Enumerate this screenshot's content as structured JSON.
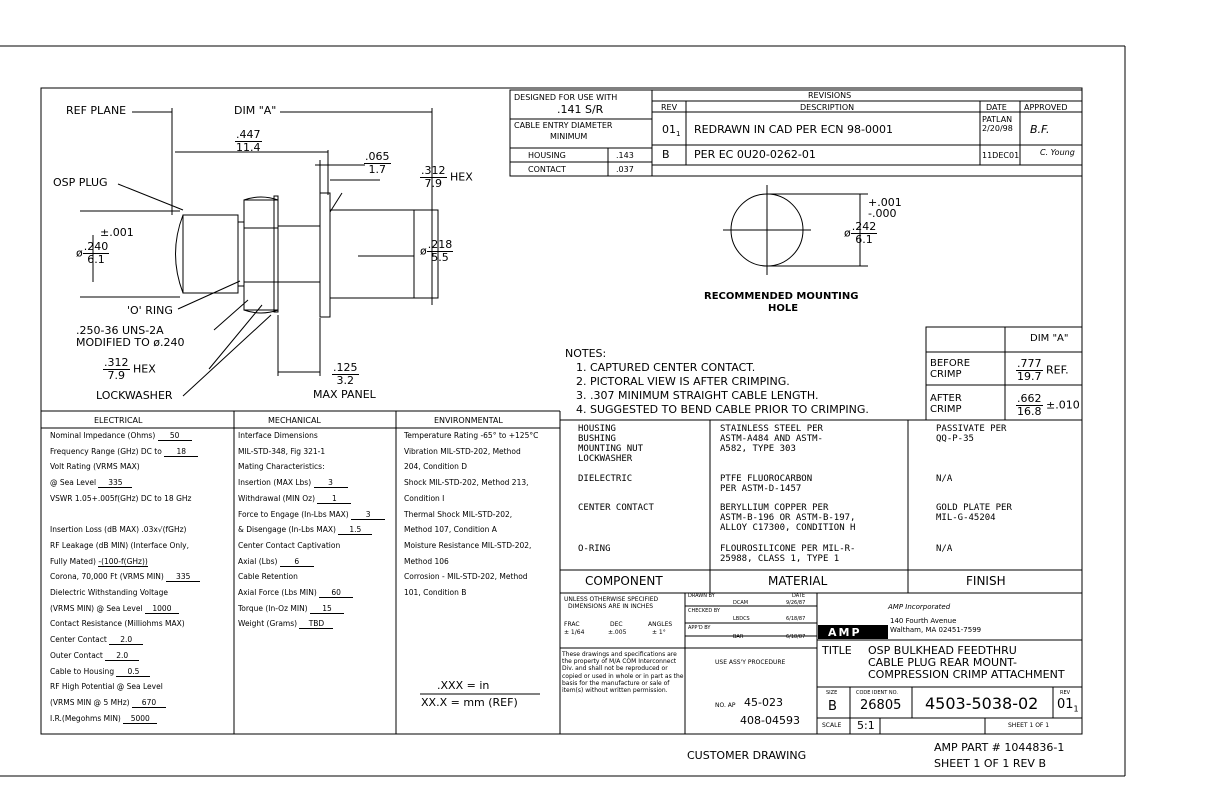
{
  "designed_for": {
    "label": "DESIGNED FOR USE WITH",
    "value": ".141 S/R",
    "entry_label": "CABLE ENTRY DIAMETER",
    "entry_sub": "MINIMUM",
    "housing_label": "HOUSING",
    "housing_value": ".143",
    "contact_label": "CONTACT",
    "contact_value": ".037"
  },
  "revisions": {
    "title": "REVISIONS",
    "headers": [
      "REV",
      "DESCRIPTION",
      "DATE",
      "APPROVED"
    ],
    "rows": [
      {
        "rev": "01",
        "rev_sub": "1",
        "description": "REDRAWN IN CAD PER ECN 98-0001",
        "date": "PATLAN 2/20/98",
        "approved": "B.F."
      },
      {
        "rev": "B",
        "rev_sub": "",
        "description": "PER EC 0U20-0262-01",
        "date": "11DEC01",
        "approved": "C. Young"
      }
    ]
  },
  "drawing_labels": {
    "ref_plane": "REF PLANE",
    "dim_a": "DIM \"A\"",
    "d447": ".447",
    "d11_4": "11.4",
    "d065": ".065",
    "d1_7": "1.7",
    "d312": ".312",
    "d7_9": "7.9",
    "hex": "HEX",
    "osp_plug": "OSP PLUG",
    "tol001": "±.001",
    "phi": "ø",
    "d240": ".240",
    "d6_1": "6.1",
    "d218": ".218",
    "d5_5": "5.5",
    "o_ring": "'O' RING",
    "thread1": ".250-36 UNS-2A",
    "thread2": "MODIFIED TO ø.240",
    "hex312": ".312",
    "hex7_9": "7.9",
    "hex_lbl": "HEX",
    "lockwasher": "LOCKWASHER",
    "d125": ".125",
    "d3_2": "3.2",
    "max_panel": "MAX PANEL",
    "mount_plus": "+.001",
    "mount_minus": "-.000",
    "mount_242": ".242",
    "mount_6_1": "6.1",
    "mount_title1": "RECOMMENDED MOUNTING",
    "mount_title2": "HOLE"
  },
  "notes": {
    "title": "NOTES:",
    "items": [
      "1. CAPTURED CENTER CONTACT.",
      "2. PICTORAL VIEW IS AFTER CRIMPING.",
      "3. .307 MINIMUM STRAIGHT CABLE LENGTH.",
      "4. SUGGESTED TO BEND CABLE PRIOR TO CRIMPING."
    ]
  },
  "dim_table": {
    "header": "DIM \"A\"",
    "before_label": "BEFORE CRIMP",
    "before_num": ".777",
    "before_den": "19.7",
    "before_suffix": "REF.",
    "after_label": "AFTER CRIMP",
    "after_num": ".662",
    "after_den": "16.8",
    "after_suffix": "±.010"
  },
  "electrical": {
    "title": "ELECTRICAL",
    "rows": [
      {
        "label": "Nominal Impedance (Ohms)",
        "value": "50"
      },
      {
        "label": "Frequency Range (GHz) DC to",
        "value": "18"
      },
      {
        "label": "Volt Rating (VRMS MAX)",
        "value": ""
      },
      {
        "label": "    @ Sea Level",
        "value": "335"
      },
      {
        "label": "VSWR 1.05+.005f(GHz) DC to 18 GHz",
        "value": ""
      },
      {
        "label": "",
        "value": ""
      },
      {
        "label": "Insertion Loss (dB MAX) .03x√(fGHz)",
        "value": ""
      },
      {
        "label": "RF Leakage (dB MIN) (Interface Only,",
        "value": ""
      },
      {
        "label": "   Fully Mated)",
        "value": "-(100-f(GHz))"
      },
      {
        "label": "Corona, 70,000 Ft (VRMS MIN)",
        "value": "335"
      },
      {
        "label": "Dielectric Withstanding Voltage",
        "value": ""
      },
      {
        "label": "   (VRMS MIN) @ Sea Level",
        "value": "1000"
      },
      {
        "label": "Contact Resistance (Milliohms MAX)",
        "value": ""
      },
      {
        "label": "     Center Contact",
        "value": "2.0"
      },
      {
        "label": "     Outer Contact",
        "value": "2.0"
      },
      {
        "label": "     Cable to Housing",
        "value": "0.5"
      },
      {
        "label": "RF High Potential @ Sea Level",
        "value": ""
      },
      {
        "label": "   (VRMS MIN @ 5 MHz)",
        "value": "670"
      },
      {
        "label": "I.R.(Megohms MIN)",
        "value": "5000"
      }
    ]
  },
  "mechanical": {
    "title": "MECHANICAL",
    "rows": [
      {
        "label": "Interface Dimensions",
        "value": ""
      },
      {
        "label": "      MIL-STD-348, Fig 321-1",
        "value": ""
      },
      {
        "label": "Mating Characteristics:",
        "value": ""
      },
      {
        "label": "   Insertion (MAX Lbs)",
        "value": "3"
      },
      {
        "label": "   Withdrawal (MIN Oz)",
        "value": "1"
      },
      {
        "label": "Force to Engage (In-Lbs MAX)",
        "value": "3"
      },
      {
        "label": "   & Disengage (In-Lbs MAX)",
        "value": "1.5"
      },
      {
        "label": "Center Contact Captivation",
        "value": ""
      },
      {
        "label": "   Axial (Lbs)",
        "value": "6"
      },
      {
        "label": "Cable Retention",
        "value": ""
      },
      {
        "label": "   Axial Force (Lbs MIN)",
        "value": "60"
      },
      {
        "label": "   Torque (In-Oz MIN)",
        "value": "15"
      },
      {
        "label": "Weight (Grams)",
        "value": "TBD"
      }
    ]
  },
  "environmental": {
    "title": "ENVIRONMENTAL",
    "rows": [
      "Temperature Rating -65° to +125°C",
      "Vibration MIL-STD-202, Method",
      "   204, Condition D",
      "Shock MIL-STD-202, Method 213,",
      "   Condition I",
      "Thermal Shock MIL-STD-202,",
      "   Method 107, Condition A",
      "Moisture Resistance MIL-STD-202,",
      "   Method 106",
      "Corrosion - MIL-STD-202, Method",
      "   101, Condition B"
    ],
    "units_line1": ".XXX = in",
    "units_line2": "XX.X = mm (REF)"
  },
  "materials": {
    "rows": [
      {
        "component": "HOUSING\nBUSHING\nMOUNTING NUT\nLOCKWASHER",
        "material": "STAINLESS STEEL PER\nASTM-A484 AND ASTM-\nA582, TYPE 303",
        "finish": "PASSIVATE PER\nQQ-P-35"
      },
      {
        "component": "DIELECTRIC",
        "material": "PTFE FLUOROCARBON\nPER ASTM-D-1457",
        "finish": "N/A"
      },
      {
        "component": "CENTER CONTACT",
        "material": "BERYLLIUM COPPER PER\nASTM-B-196 OR ASTM-B-197,\nALLOY C17300, CONDITION H",
        "finish": "GOLD PLATE PER\nMIL-G-45204"
      },
      {
        "component": "O-RING",
        "material": "FLOUROSILICONE PER MIL-R-\n25988, CLASS 1, TYPE 1",
        "finish": "N/A"
      }
    ],
    "headers": [
      "COMPONENT",
      "MATERIAL",
      "FINISH"
    ]
  },
  "title_block": {
    "tolerances_1": "UNLESS OTHERWISE SPECIFIED",
    "tolerances_2": "DIMENSIONS ARE IN INCHES",
    "frac_label": "FRAC",
    "frac_val": "± 1/64",
    "dec_label": "DEC",
    "dec_val": "±.005",
    "ang_label": "ANGLES",
    "ang_val": "± 1°",
    "drawn_by": "DRAWN BY",
    "drawn_name": "DCAM",
    "drawn_date": "9/26/87",
    "date_label": "DATE",
    "checked_by": "CHECKED BY",
    "checked_name": "LBDCS",
    "checked_date": "6/18/87",
    "appd_by": "APP'D BY",
    "appd_name": "BAR",
    "appd_date": "6/18/87",
    "company": "AMP Incorporated",
    "addr1": "140 Fourth Avenue",
    "addr2": "Waltham, MA 02451-7599",
    "logo": "AMP",
    "proprietary": "These drawings and specifications are the property of M/A COM Interconnect Div. and shall not be reproduced or copied or used in whole or in part as the basis for the manufacture or sale of item(s) without written permission.",
    "use_assy": "USE ASS'Y PROCEDURE",
    "no_label": "NO. AP",
    "no_value": "45-023",
    "doc_no": "408-04593",
    "title_label": "TITLE",
    "title_line1": "OSP BULKHEAD FEEDTHRU",
    "title_line2": "CABLE PLUG REAR MOUNT-",
    "title_line3": "COMPRESSION CRIMP ATTACHMENT",
    "size_label": "SIZE",
    "size_value": "B",
    "code_label": "CODE IDENT NO.",
    "code_value": "26805",
    "dwg_no": "4503-5038-02",
    "rev_label": "REV",
    "rev_value": "01",
    "rev_sub": "1",
    "scale_label": "SCALE",
    "scale_value": "5:1",
    "sheet_text": "SHEET 1 OF 1"
  },
  "footer": {
    "customer": "CUSTOMER DRAWING",
    "amp_part": "AMP PART # 1044836-1",
    "sheet": "SHEET 1 OF 1  REV B"
  }
}
